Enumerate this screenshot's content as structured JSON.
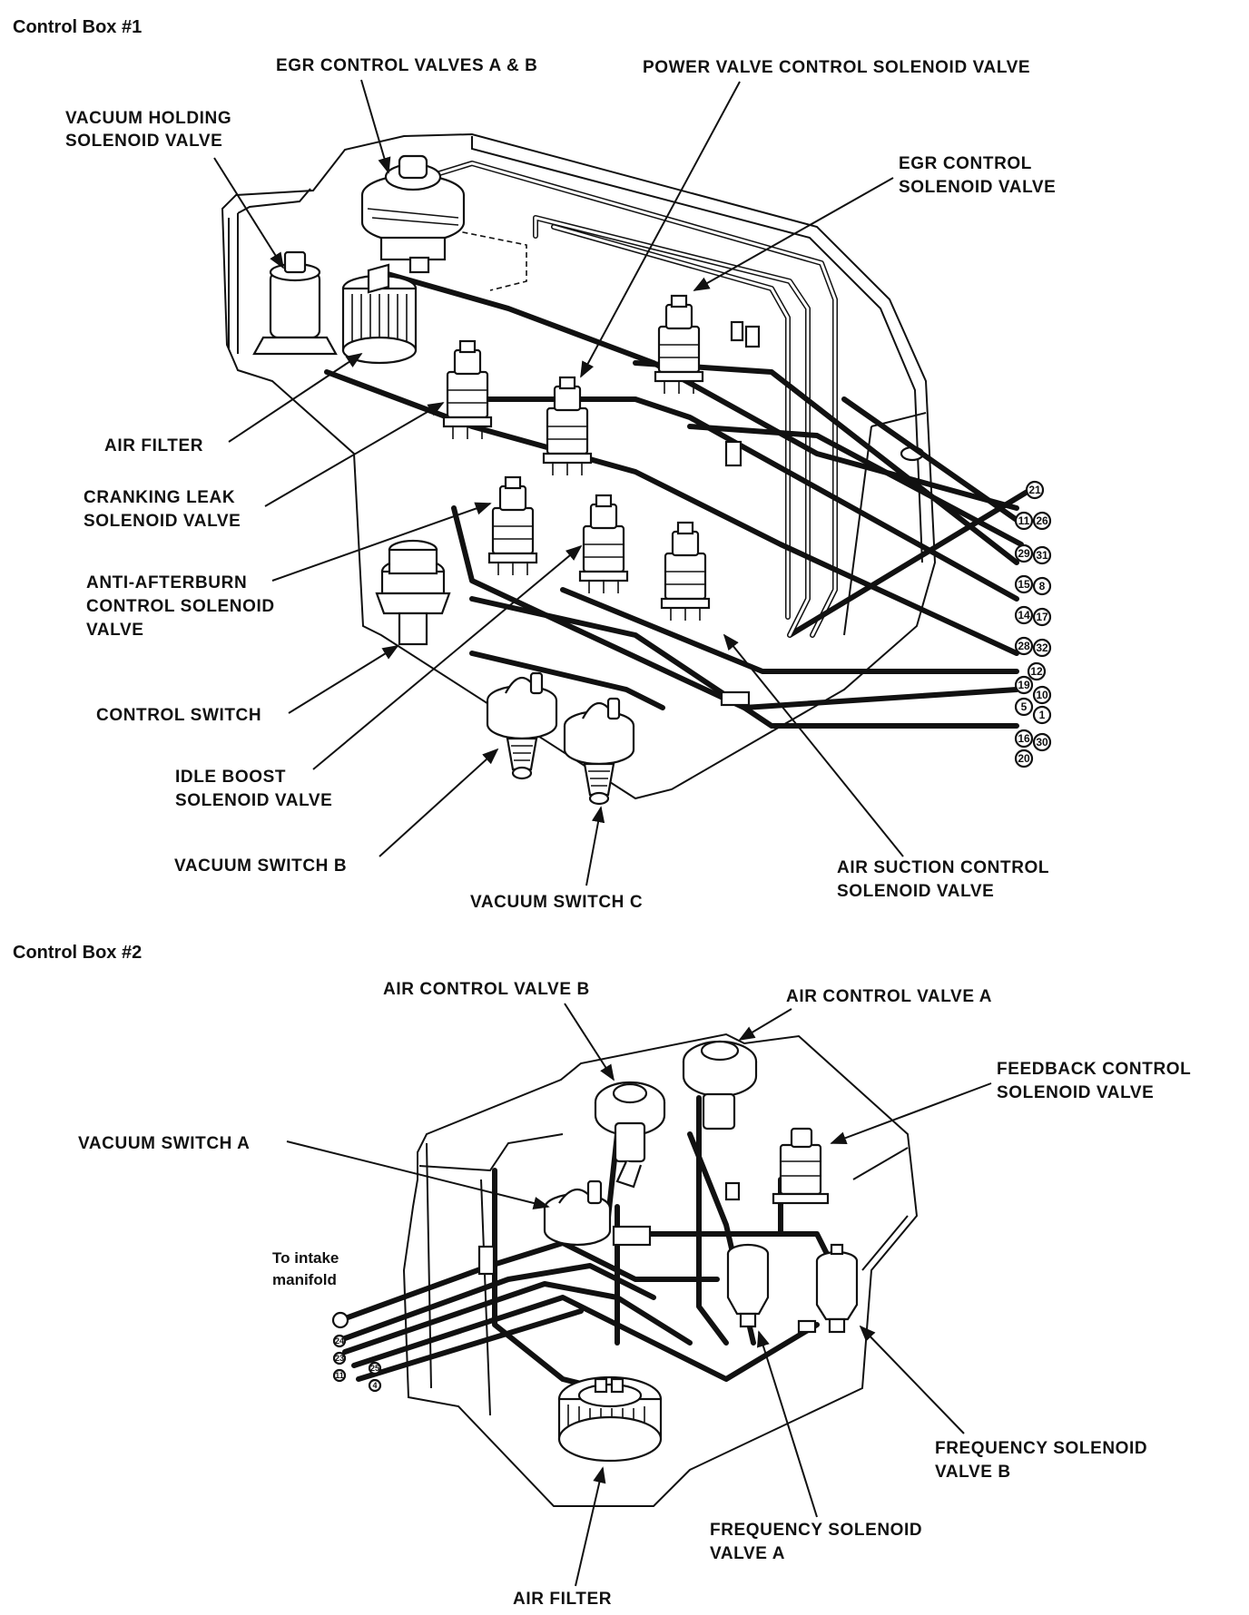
{
  "box1": {
    "title": "Control Box #1",
    "labels": {
      "egr_valves": "EGR  CONTROL VALVES  A & B",
      "power_valve": "POWER VALVE CONTROL  SOLENOID VALVE",
      "vac_hold_1": "VACUUM HOLDING",
      "vac_hold_2": "SOLENOID VALVE",
      "egr_sol_1": "EGR  CONTROL",
      "egr_sol_2": "SOLENOID VALVE",
      "air_filter": "AIR FILTER",
      "crank_1": "CRANKING LEAK",
      "crank_2": "SOLENOID VALVE",
      "anti_1": "ANTI-AFTERBURN",
      "anti_2": "CONTROL SOLENOID",
      "anti_3": "VALVE",
      "control_switch": "CONTROL SWITCH",
      "idle_1": "IDLE BOOST",
      "idle_2": "SOLENOID VALVE",
      "vac_b": "VACUUM SWITCH B",
      "vac_c": "VACUUM SWITCH  C",
      "air_suc_1": "AIR SUCTION  CONTROL",
      "air_suc_2": "SOLENOID VALVE"
    },
    "ports_right": [
      "21",
      "11",
      "29",
      "15",
      "14",
      "28",
      "19",
      "5",
      "16",
      "20"
    ],
    "ports_far": [
      "26",
      "31",
      "8",
      "17",
      "32",
      "12",
      "10",
      "1",
      "30"
    ]
  },
  "box2": {
    "title": "Control Box #2",
    "labels": {
      "acv_b": "AIR CONTROL VALVE B",
      "acv_a": "AIR CONTROL VALVE A",
      "feedback_1": "FEEDBACK CONTROL",
      "feedback_2": "SOLENOID VALVE",
      "vac_a": "VACUUM SWITCH A",
      "intake_1": "To intake",
      "intake_2": "manifold",
      "freq_b_1": "FREQUENCY SOLENOID",
      "freq_b_2": "VALVE B",
      "freq_a_1": "FREQUENCY SOLENOID",
      "freq_a_2": "VALVE A",
      "air_filter": "AIR FILTER"
    },
    "ports": [
      "24",
      "23",
      "11",
      "25",
      "4"
    ]
  },
  "icons": [
    "solenoid-valve-icon",
    "air-filter-icon",
    "vacuum-switch-icon",
    "egr-valve-icon",
    "control-box-housing-icon"
  ]
}
